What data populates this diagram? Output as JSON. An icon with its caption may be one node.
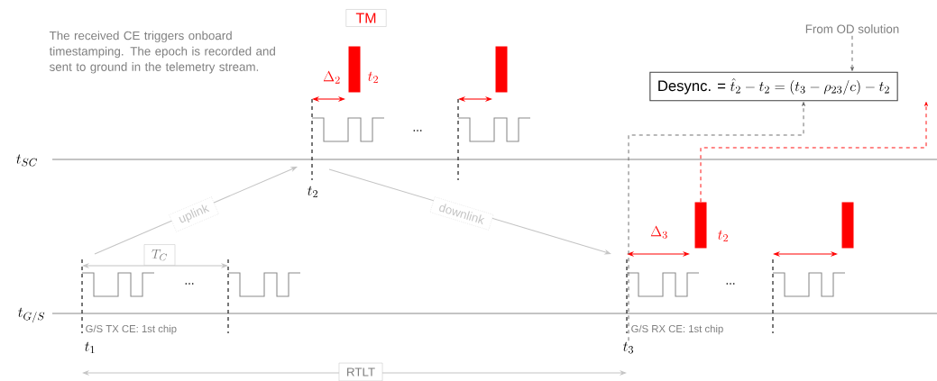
{
  "diagram": {
    "nodes": [
      {
        "text": [
          "From OD solution"
        ]
      },
      {
        "text": [
          "Desync. =",
          "\\hat{t}_2 - t_2 = (t_3 - \\rho_{23}/c) - t_2"
        ]
      },
      {
        "text": [],
        "shape": "bar"
      },
      {
        "text": [],
        "shape": "bar"
      },
      {
        "text": [],
        "shape": "bar"
      },
      {
        "text": [],
        "shape": "bar"
      },
      {
        "text": [
          "t_3"
        ]
      }
    ],
    "edges": [
      {
        "from": 0,
        "to": 1,
        "arrow": "to",
        "style": "dashed"
      },
      {
        "from": 6,
        "to": 1,
        "arrow": "to",
        "style": "dashed"
      },
      {
        "from": 4,
        "to": 1,
        "arrow": "to",
        "style": "dashed",
        "color": "#ff0000"
      }
    ],
    "labels": [
      "TM",
      "The received CE triggers onboard timestamping. The epoch is recorded and sent to ground in the telemetry stream.",
      "\\Delta_2",
      "t_2",
      "...",
      "t_{SC}",
      "t_2",
      "uplink",
      "downlink",
      "\\Delta_3",
      "t_2",
      "T_C",
      "...",
      "...",
      "t_{G/S}",
      "G/S TX CE: 1st chip",
      "G/S RX CE: 1st chip",
      "t_1",
      "RTLT"
    ]
  }
}
